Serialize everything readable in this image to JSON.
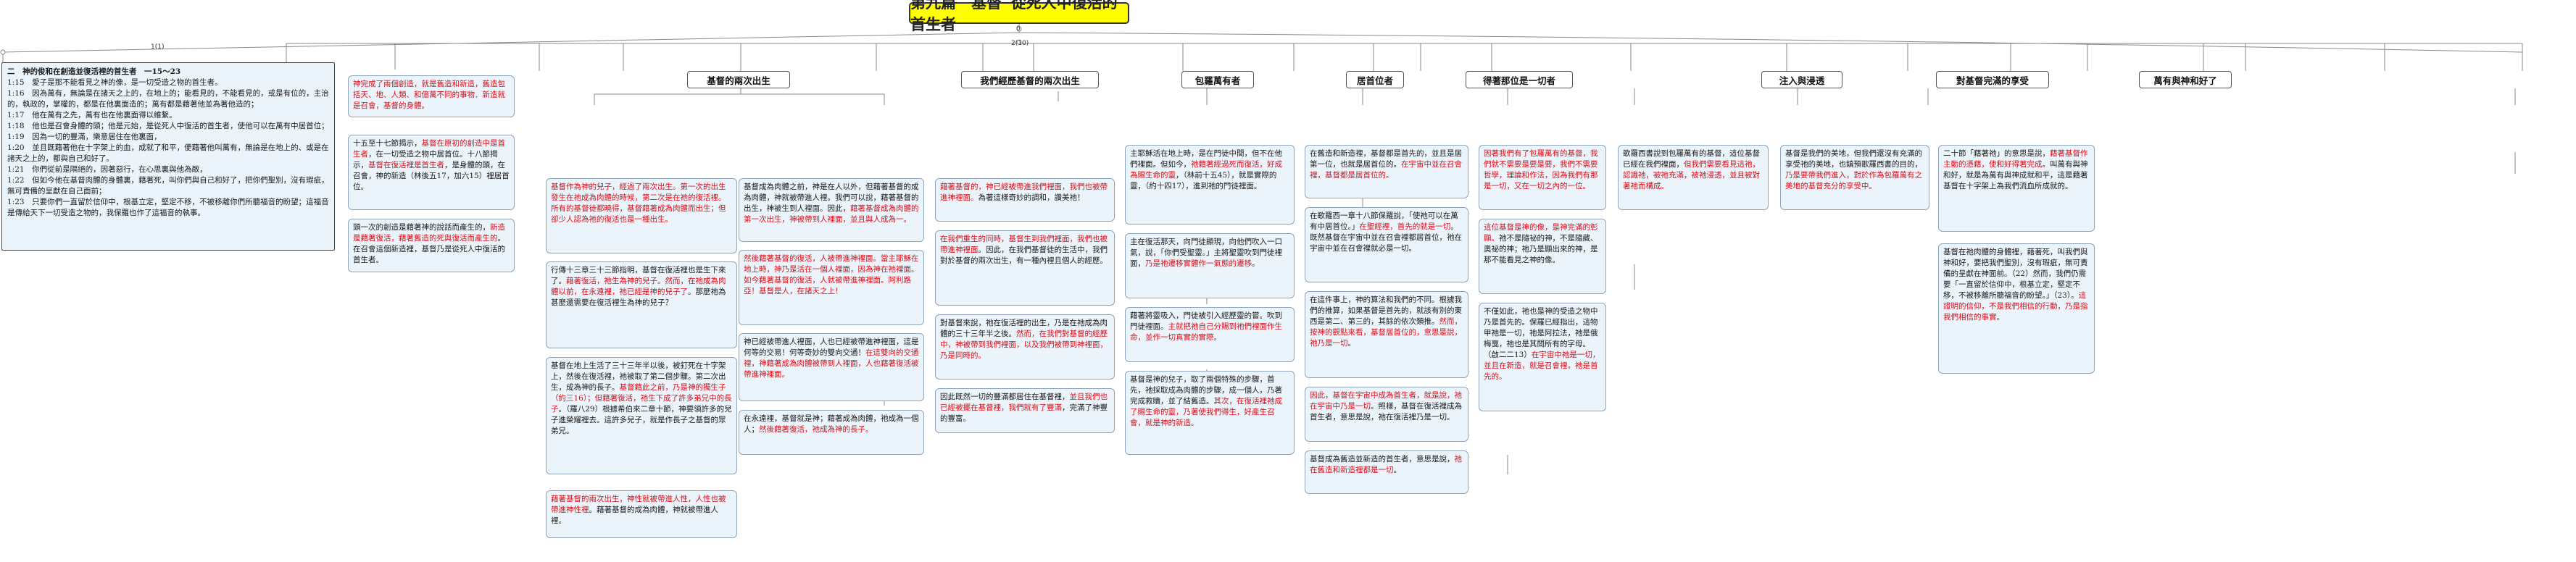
{
  "title": "第九篇　基督─從死人中復活的首生者",
  "counters": {
    "root": "0",
    "left": "1(1)",
    "right": "2(10)"
  },
  "categories": [
    {
      "label": "基督的兩次出生"
    },
    {
      "label": "我們經歷基督的兩次出生"
    },
    {
      "label": "包羅萬有者"
    },
    {
      "label": "居首位者"
    },
    {
      "label": "得著那位是一切者"
    },
    {
      "label": "注入與浸透"
    },
    {
      "label": "對基督完滿的享受"
    },
    {
      "label": "萬有與神和好了"
    }
  ],
  "left_box": {
    "lines": [
      "二　神的俊和在創造並復活裡的首生者　一15～23",
      "1:15　愛子是那不能看見之神的像，是一切受造之物的首生者。",
      "1:16　因為萬有，無論是在諸天之上的，在地上的；能看見的，不能看見的，或是有位的，主治的，執政的，掌權的，都是在他裏面造的；萬有都是藉著他並為著他造的；",
      "1:17　他在萬有之先，萬有也在他裏面得以維繫。",
      "1:18　他也是召會身體的頭；他是元始，是從死人中復活的首生者，使他可以在萬有中居首位；",
      "1:19　因為一切的豐滿，樂意居住在他裏面，",
      "1:20　並且既藉著他在十字架上的血，成就了和平，便藉著他叫萬有，無論是在地上的、或是在諸天之上的，都與自己和好了。",
      "1:21　你們從前是隔絕的，因著惡行，在心思裏與他為敵，",
      "1:22　但如今他在基督肉體的身體裏，藉著死，叫你們與自己和好了，把你們聖別，沒有瑕疵，無可責備的呈獻在自己面前；",
      "1:23　只要你們一直留於信仰中，根基立定，堅定不移，不被移離你們所聽福音的盼望；這福音是傳給天下一切受造之物的，我保羅也作了這福音的執事。"
    ]
  },
  "nodes": {
    "c1a": [
      {
        "t": "神完成了兩個創造，就是舊造和新造，舊造包括天、地、人類、和億萬不同的事物．新造就是召會，基督的身體。",
        "r": true
      }
    ],
    "c1b": [
      {
        "t": "十五至十七節揭示，",
        "r": false
      },
      {
        "t": "基督在原初的創造中是首生者",
        "r": true
      },
      {
        "t": "，在一切受造之物中居首位。十八節揭示，",
        "r": false
      },
      {
        "t": "基督在復活裡是首生者",
        "r": true
      },
      {
        "t": "，是身體的頭，在召會，神的新造（林後五17，加六15）裡居首位。",
        "r": false
      }
    ],
    "c1c": [
      {
        "t": "頭一次的創造是藉著神的說話而產生的，",
        "r": false
      },
      {
        "t": "新造是藉著復活，藉著舊造的死與復活而產生的",
        "r": true
      },
      {
        "t": "。在召會這個新造裡，基督乃是從死人中復活的首生者。",
        "r": false
      }
    ],
    "c2a": [
      {
        "t": "基督作為神的兒子，經過了兩次出生。第一次的出生發生在祂成為肉體的時候，第二次是在祂的復活裡。所有的基督徒都曉得，基督藉著成為肉體而出生；但卻少人認為祂的復活也是一種出生。",
        "r": true
      }
    ],
    "c2b": [
      {
        "t": "行傳十三章三十三節指明，基督在復活裡也是生下來了。",
        "r": false
      },
      {
        "t": "藉著復活，祂生為神的兒子。然而，在祂成為肉體以前，在永遠裡，祂已經是神的兒子了",
        "r": true
      },
      {
        "t": "。那麼祂為甚麼還需要在復活裡生為神的兒子？",
        "r": false
      }
    ],
    "c2c": [
      {
        "t": "基督在地上生活了三十三年半以後，被釘死在十字架上，然後在復活裡，祂被取了第二個步驟。第二次出生，成為神的長子。",
        "r": false
      },
      {
        "t": "基督藉此之前，乃是神的獨生子（約三16）；但藉著復活，祂生下成了許多弟兄中的長子",
        "r": true
      },
      {
        "t": "。（羅八29）根據希伯來二章十節，神要領許多的兒子進榮耀裡去。這許多兒子，就是作長子之基督的眾弟兄。",
        "r": false
      }
    ],
    "c2d": [
      {
        "t": "藉著基督的兩次出生，神性就被帶進人性，人性也被帶進神性裡",
        "r": true
      },
      {
        "t": "。藉著基督的成為肉體，神就被帶進人裡。",
        "r": false
      }
    ],
    "c2e": [
      {
        "t": "基督成為肉體之前，神是在人以外，但藉著基督的成為肉體，神就被帶進人裡。我們可以說，藉著基督的出生，神被生到人裡面。因此，",
        "r": false
      },
      {
        "t": "藉著基督成為肉體的第一次出生，神被帶到人裡面，並且與人成為一。",
        "r": true
      }
    ],
    "c2f": [
      {
        "t": "然後藉著基督的復活，人被帶進神裡面。當主耶穌在地上時，神乃是活在一個人裡面，因為神在祂裡面。如今藉著基督的復活，人就被帶進神裡面。阿利路亞！基督是人，在諸天之上！",
        "r": true
      }
    ],
    "c2g": [
      {
        "t": "神已經被帶進人裡面，人也已經被帶進神裡面，這是何等的交易！何等奇妙的雙向交通！",
        "r": false
      },
      {
        "t": "在這雙向的交通裡，神藉著成為肉體被帶到人裡面，人也藉著復活被帶進神裡面。",
        "r": true
      }
    ],
    "c2h": [
      {
        "t": "在永遠裡，基督就是神；藉著成為肉體，祂成為一個人；",
        "r": false
      },
      {
        "t": "然後藉著復活，祂成為神的長子。",
        "r": true
      }
    ],
    "c3a": [
      {
        "t": "藉著基督的，神已經被帶進我們裡面，我們也被帶進神裡面。",
        "r": true
      },
      {
        "t": "為著這樣奇妙的調和，讚美祂！",
        "r": false
      }
    ],
    "c3b": [
      {
        "t": "在我們重生的同時，基督生到我們裡面，我們也被帶進神裡面",
        "r": true
      },
      {
        "t": "。因此，在我們基督徒的生活中，我們對於基督的兩次出生，有一種內裡且個人的經歷。",
        "r": false
      }
    ],
    "c3c": [
      {
        "t": "對基督來說，祂在復活裡的出生，乃是在祂成為肉體的三十三年半之後。",
        "r": false
      },
      {
        "t": "然而，在我們對基督的經歷中，神被帶到我們裡面，以及我們被帶到神裡面，乃是同時的。",
        "r": true
      }
    ],
    "c3d": [
      {
        "t": "因此既然一切的豐滿都居住在基督裡，",
        "r": false
      },
      {
        "t": "並且我們也已經被擺在基督裡，我們就有了豐滿",
        "r": true
      },
      {
        "t": "，完滿了神豐的豐富。",
        "r": false
      }
    ],
    "c4a": [
      {
        "t": "主耶穌活在地上時，是在門徒中間，但不在他們裡面。但如今，",
        "r": false
      },
      {
        "t": "祂藉著經過死而復活，好成為賜生命的靈",
        "r": true
      },
      {
        "t": "，（林前十五45），就是實際的靈，（約十四17），進到祂的門徒裡面。",
        "r": false
      }
    ],
    "c4b": [
      {
        "t": "主在復活那天，向門徒顯現，向他們吹入一口氣，說，「你們受聖靈。」主將聖靈吹到門徒裡面，",
        "r": false
      },
      {
        "t": "乃是祂遷移實體作一氣態的遷移",
        "r": true
      },
      {
        "t": "。",
        "r": false
      }
    ],
    "c4c": [
      {
        "t": "藉著將靈吸入，門徒被引入經歷靈的嘗。吹到門徒裡面。",
        "r": false
      },
      {
        "t": "主就把祂自己分賜到祂們裡面作生命，並作一切真實的實際。",
        "r": true
      }
    ],
    "c4d": [
      {
        "t": "基督是神的兒子，取了兩個特殊的步驟，首先，祂採取成為肉體的步驟，成一個人，乃著完成救贖，並了結舊造。",
        "r": false
      },
      {
        "t": "其次，在復活裡祂成了賜生命的靈，乃著使我們得生，好產生召會，就是神的新造。",
        "r": true
      }
    ],
    "c5a": [
      {
        "t": "在舊造和新造裡，基督都是首先的，並且是居第一位，也就是居首位的。",
        "r": false
      },
      {
        "t": "在宇宙中並在召會裡，基督都是居首位的。",
        "r": true
      }
    ],
    "c5b": [
      {
        "t": "在歌羅西一章十八節保羅說，「使祂可以在萬有中居首位。」",
        "r": false
      },
      {
        "t": "在聖經裡，首先的就是一切",
        "r": true
      },
      {
        "t": "。既然基督在宇宙中並在召會裡都居首位，祂在宇宙中並在召會裡就必是一切。",
        "r": false
      }
    ],
    "c5c": [
      {
        "t": "在這件事上，神的算法和我們的不同。根據我們的推算，如果基督是首先的，就該有別的東西是第二、第三的，其餘的依次類推。",
        "r": false
      },
      {
        "t": "然而，按神的觀點來看，基督居首位的，意思是說，祂乃是一切",
        "r": true
      },
      {
        "t": "。",
        "r": false
      }
    ],
    "c5d": [
      {
        "t": "因此，基督在宇宙中成為首生者，就是說，祂在宇宙中乃是一切",
        "r": true
      },
      {
        "t": "。照樣，基督在復活裡成為首生者，意思是說，祂在復活裡乃是一切。",
        "r": false
      }
    ],
    "c5e": [
      {
        "t": "基督成為舊造並新造的首生者，意思是說，",
        "r": false
      },
      {
        "t": "祂在舊造和新造裡都是一切",
        "r": true
      },
      {
        "t": "。",
        "r": false
      }
    ],
    "c6a": [
      {
        "t": "因著我們有了包羅萬有的基督，我們就不需要是要是要，我們不需要哲學，理論和作法，因為我們有那是一切，又在一切之內的一位。",
        "r": true
      }
    ],
    "c6b": [
      {
        "t": "這位基督是神的像，是神完滿的彰顯。",
        "r": true
      },
      {
        "t": "祂不是隨祕的神，不是隨藏、奧祕的神；祂乃是顯出來的神，是那不能看見之神的像。",
        "r": false
      }
    ],
    "c6c": [
      {
        "t": "不僅如此，祂也是神的受造之物中乃是首先的。保羅已經指出，這物甲祂是一切，祂是阿拉法，祂是俄梅戛，祂也是其間所有的字母。（啟二二13）",
        "r": false
      },
      {
        "t": "在宇宙中祂是一切，並且在新造，就是召會裡，祂是首先的。",
        "r": true
      }
    ],
    "c7a": [
      {
        "t": "歌羅西書說到包羅萬有的基督，這位基督已經在我們裡面，",
        "r": false
      },
      {
        "t": "但我們需要看見這祂，認識祂，被祂充滿，被祂浸透，並且被對著祂而構成。",
        "r": true
      }
    ],
    "c8a": [
      {
        "t": "基督是我們的美地，但我們還沒有充滿的享受祂的美地，也鎮預歌羅西書的目的，",
        "r": false
      },
      {
        "t": "乃是要帶我們進入，對於作為包羅萬有之美地的基督充分的享受中。",
        "r": true
      }
    ],
    "c9a": [
      {
        "t": "二十節「藉著祂」的意思是說，",
        "r": false
      },
      {
        "t": "藉著基督作主動的憑藉，使和好得著完成",
        "r": true
      },
      {
        "t": "。叫萬有與神和好，就是為萬有與神成就和平，這是藉著基督在十字架上為我們流血所成就的。",
        "r": false
      }
    ],
    "c9b": [
      {
        "t": "基督在祂肉體的身體裡，藉著死，叫我們與神和好，要把我們聖別，沒有瑕疵，無可責備的呈獻在神面前。（22）然而，我們仍需要「一直留於信仰中，根基立定，堅定不移，不被移離所聽福音的盼望。」（23）。",
        "r": false
      },
      {
        "t": "這證明的信仰，不是我們相信的行動，乃是指我們相信的事實。",
        "r": true
      }
    ]
  }
}
